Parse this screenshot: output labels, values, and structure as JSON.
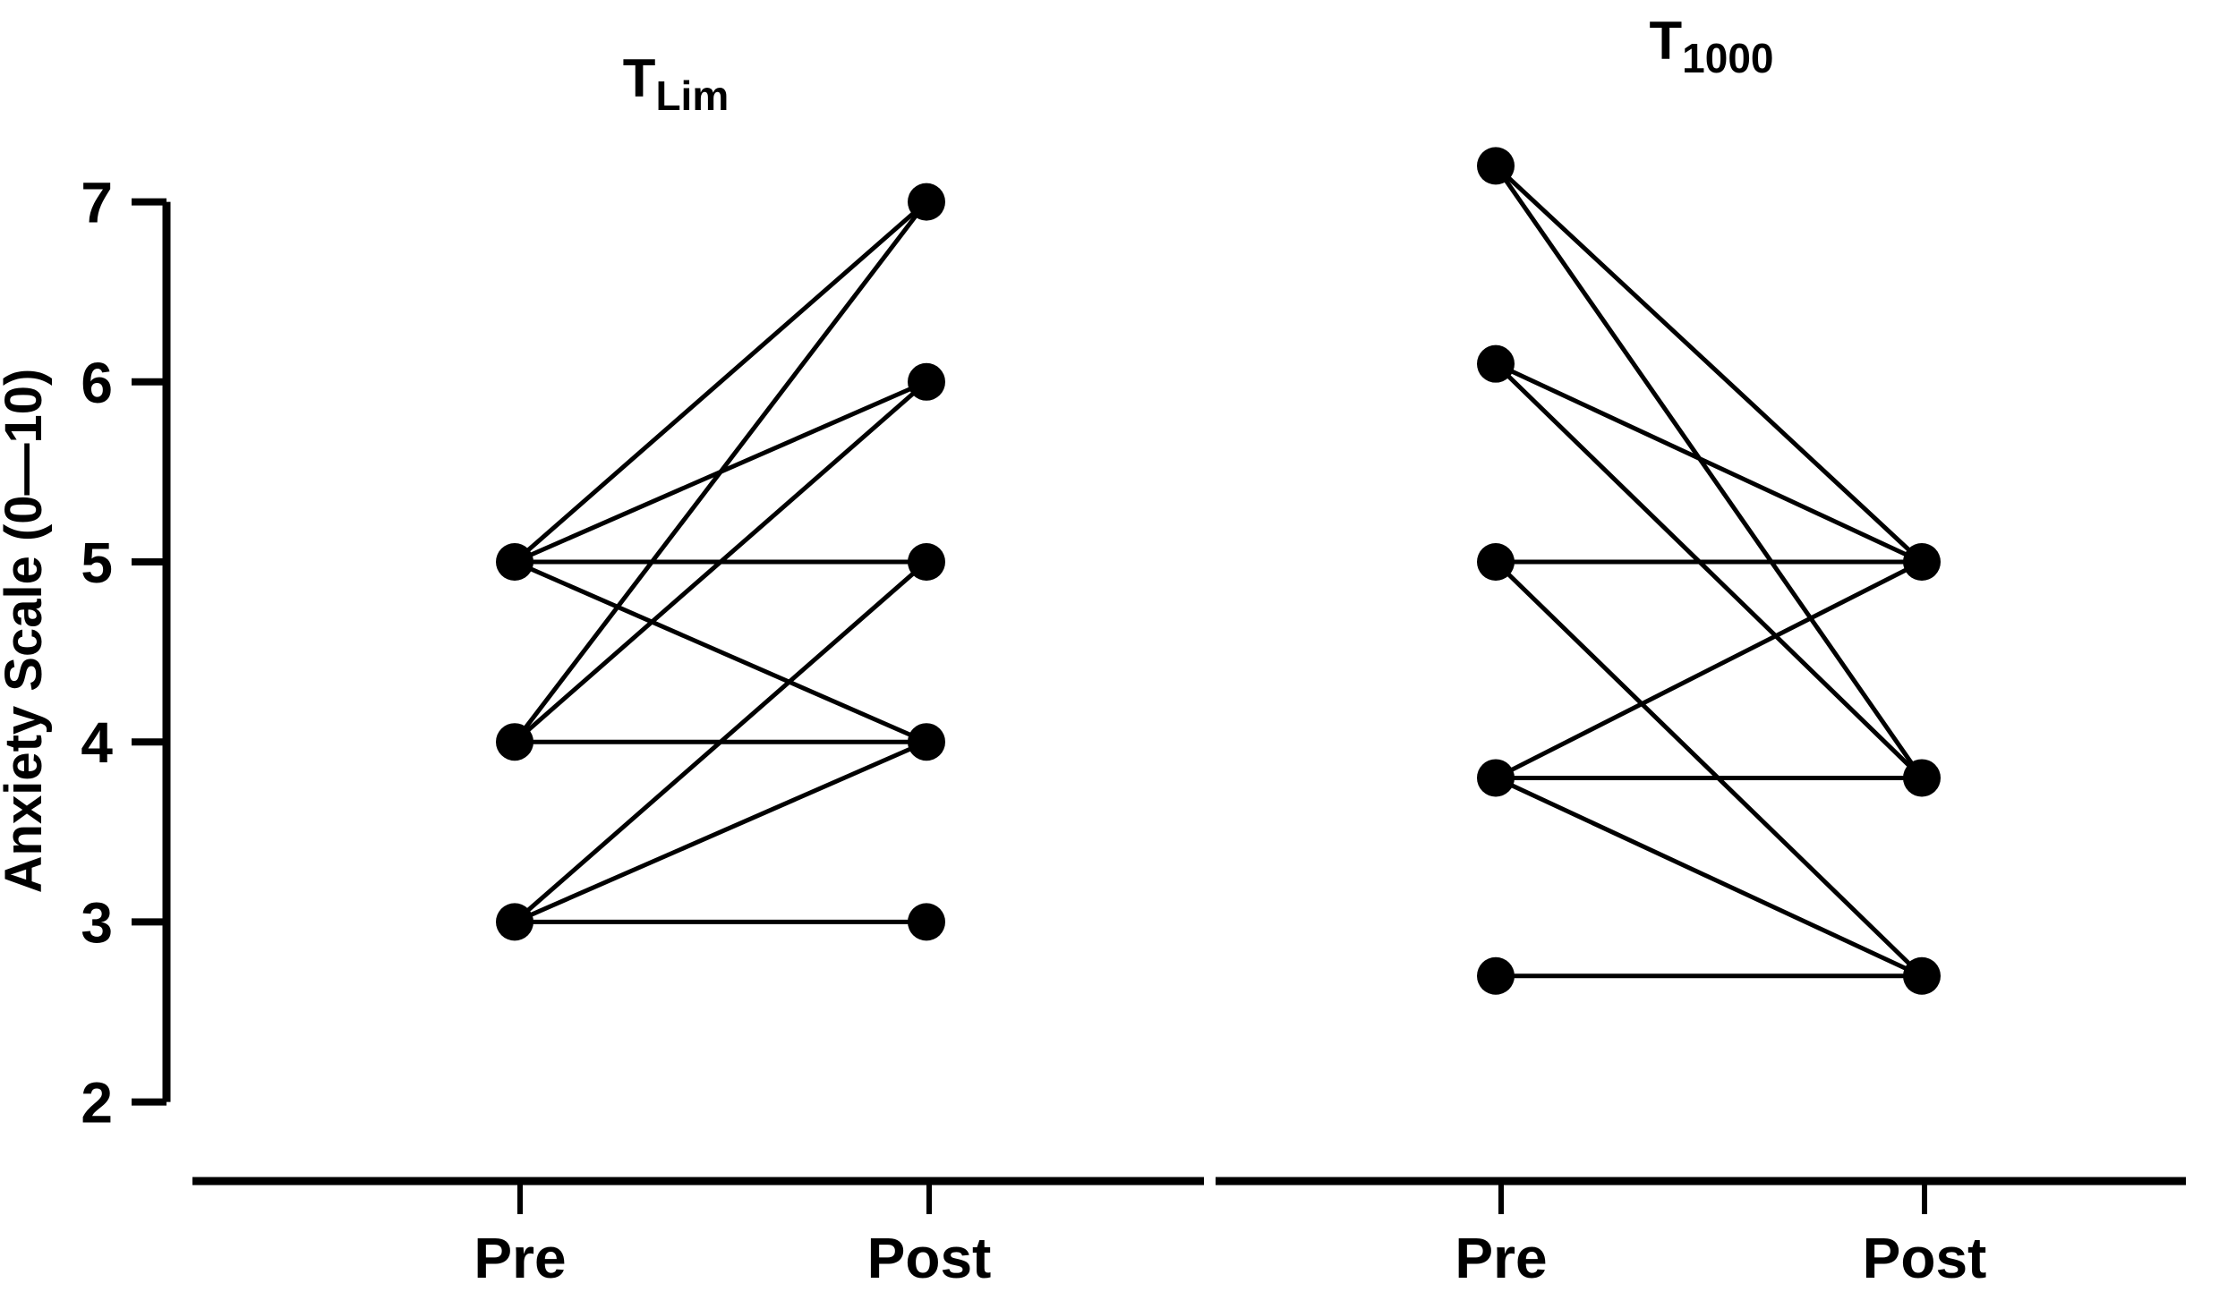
{
  "background": "#ffffff",
  "ink": "#000000",
  "chart_data": {
    "type": "line",
    "subtype": "paired-slope-plot",
    "title": "",
    "ylabel": "Anxiety Scale (0—10)",
    "xlabel": "",
    "ylim": [
      2,
      7
    ],
    "yticks": [
      7,
      6,
      5,
      4,
      3,
      2
    ],
    "grid": false,
    "legend": "none",
    "marker": "filled-black-circle",
    "panels": [
      {
        "title_base": "T",
        "title_sub": "Lim",
        "categories": [
          "Pre",
          "Post"
        ],
        "pre_values": [
          5,
          4,
          3
        ],
        "post_values": [
          7,
          6,
          5,
          4,
          3
        ],
        "pairs": [
          [
            5,
            7
          ],
          [
            5,
            6
          ],
          [
            5,
            5
          ],
          [
            5,
            4
          ],
          [
            4,
            7
          ],
          [
            4,
            6
          ],
          [
            4,
            4
          ],
          [
            3,
            5
          ],
          [
            3,
            4
          ],
          [
            3,
            3
          ]
        ]
      },
      {
        "title_base": "T",
        "title_sub": "1000",
        "categories": [
          "Pre",
          "Post"
        ],
        "pre_values": [
          7.2,
          6.1,
          5,
          3.8,
          2.7
        ],
        "post_values": [
          5,
          3.8,
          2.7
        ],
        "pairs": [
          [
            7.2,
            5
          ],
          [
            7.2,
            3.8
          ],
          [
            6.1,
            5
          ],
          [
            6.1,
            3.8
          ],
          [
            5,
            5
          ],
          [
            5,
            2.7
          ],
          [
            3.8,
            5
          ],
          [
            3.8,
            3.8
          ],
          [
            3.8,
            2.7
          ],
          [
            2.7,
            2.7
          ]
        ]
      }
    ]
  }
}
